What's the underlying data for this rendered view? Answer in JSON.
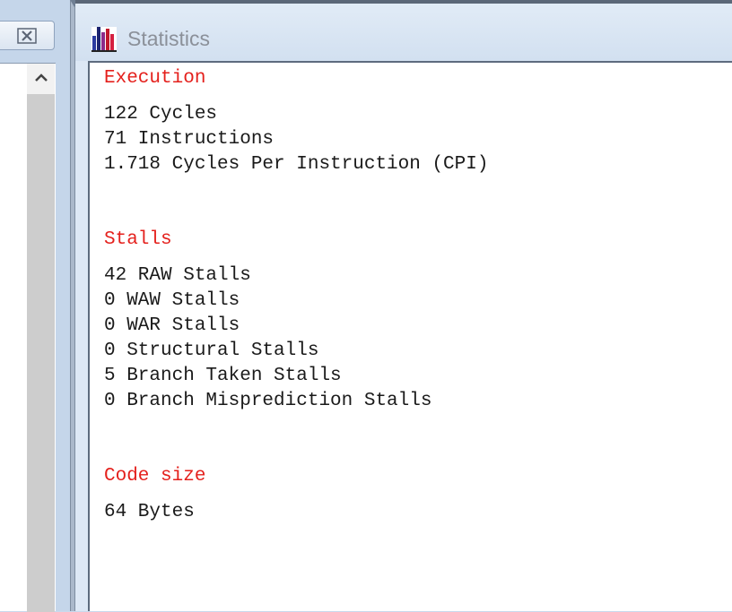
{
  "window": {
    "title": "Statistics",
    "icon": "bar-chart-icon"
  },
  "left_panel": {
    "close_icon": "close-icon",
    "scroll_up_icon": "chevron-up-icon"
  },
  "sections": [
    {
      "heading": "Execution",
      "lines": [
        "122 Cycles",
        "71 Instructions",
        "1.718 Cycles Per Instruction (CPI)"
      ]
    },
    {
      "heading": "Stalls",
      "lines": [
        "42 RAW Stalls",
        "0 WAW Stalls",
        "0 WAR Stalls",
        "0 Structural Stalls",
        "5 Branch Taken Stalls",
        "0 Branch Misprediction Stalls"
      ]
    },
    {
      "heading": "Code size",
      "lines": [
        "64 Bytes"
      ]
    }
  ],
  "colors": {
    "heading": "#e4201c",
    "text": "#1a1a1a",
    "title": "#8b9099"
  }
}
